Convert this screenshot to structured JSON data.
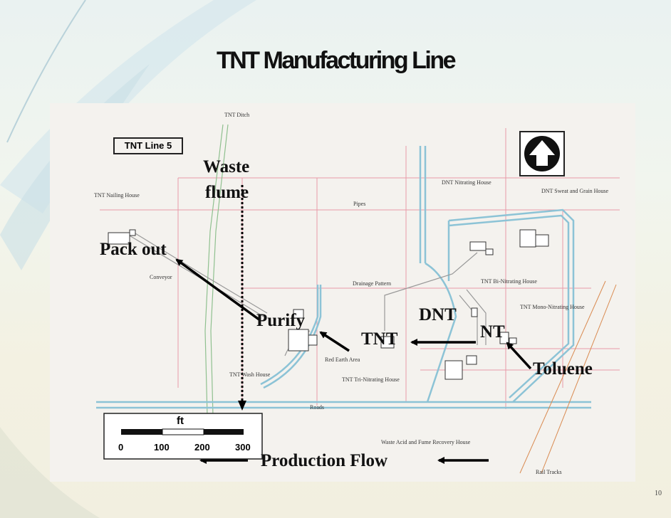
{
  "slide": {
    "title": "TNT Manufacturing Line",
    "page_number": "10"
  },
  "map": {
    "box_label": "TNT Line 5",
    "north_arrow_icon": "north-arrow-icon",
    "small_labels": {
      "tnt_ditch": "TNT Ditch",
      "tnt_nailing_house": "TNT Nailing House",
      "dnt_nitrating_house": "DNT Nitrating House",
      "dnt_sweat_grain_house": "DNT Sweat and Grain House",
      "pipes": "Pipes",
      "conveyor": "Conveyor",
      "drainage_pattern": "Drainage Pattern",
      "tnt_bi_nitrating_house": "TNT Bi-Nitrating House",
      "tnt_mono_nitrating_house": "TNT Mono-Nitrating House",
      "red_earth_area": "Red Earth Area",
      "tnt_wash_house": "TNT Wash House",
      "tnt_tri_nitrating_house": "TNT Tri-Nitrating House",
      "roads": "Roads",
      "waste_acid_house": "Waste Acid and Fume Recovery House",
      "rail_tracks": "Rail Tracks"
    },
    "big_labels": {
      "waste_flume_line1": "Waste",
      "waste_flume_line2": "flume",
      "pack_out": "Pack out",
      "purify": "Purify",
      "dnt": "DNT",
      "nt": "NT",
      "tnt": "TNT",
      "toluene": "Toluene",
      "production_flow": "Production Flow"
    },
    "scale": {
      "unit": "ft",
      "ticks": [
        "0",
        "100",
        "200",
        "300"
      ]
    },
    "colors": {
      "roads": "#8cc3d6",
      "pipes": "#e89aa8",
      "ditch": "#8fc08f",
      "rail": "#d98a50"
    }
  }
}
